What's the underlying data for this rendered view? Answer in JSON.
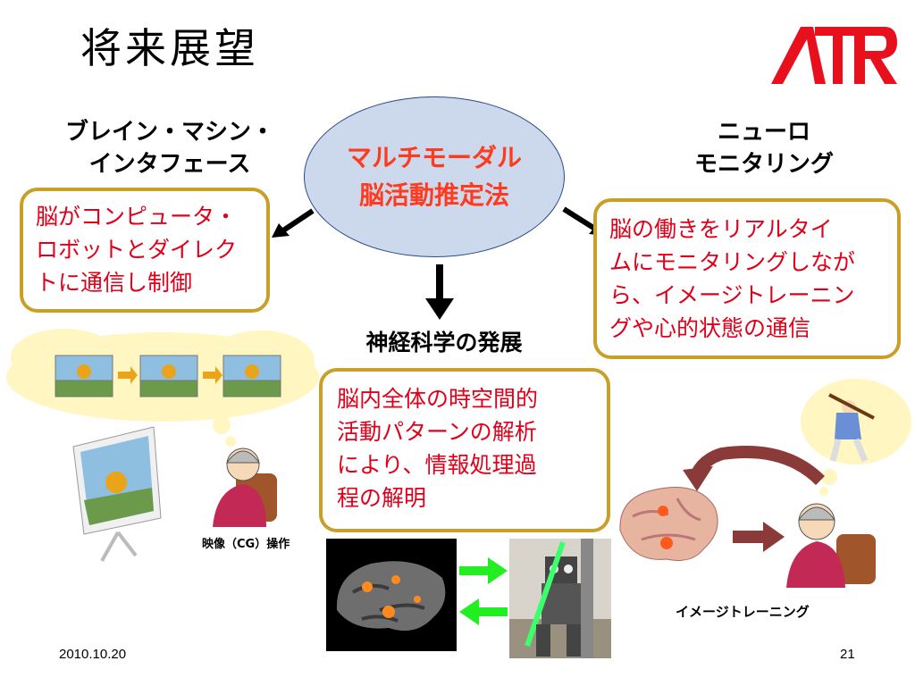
{
  "slide": {
    "title": "将来展望",
    "logo_text": "ATR",
    "center": {
      "line1": "マルチモーダル",
      "line2": "脳活動推定法"
    },
    "left": {
      "heading_line1": "ブレイン・マシン・",
      "heading_line2": "インタフェース",
      "box_lines": [
        "脳がコンピュータ・",
        "ロボットとダイレク",
        "トに通信し制御"
      ],
      "caption": "映像（CG）操作"
    },
    "right": {
      "heading_line1": "ニューロ",
      "heading_line2": "モニタリング",
      "box_lines": [
        "脳の働きをリアルタイ",
        "ムにモニタリングしなが",
        "ら、イメージトレーニン",
        "グや心的状態の通信"
      ],
      "caption": "イメージトレーニング"
    },
    "bottom": {
      "heading": "神経科学の発展",
      "box_lines": [
        "脳内全体の時空間的",
        "活動パターンの解析",
        "により、情報処理過",
        "程の解明"
      ]
    },
    "footer": {
      "date": "2010.10.20",
      "page": "21"
    }
  },
  "colors": {
    "accent_red": "#e0001a",
    "box_border": "#c8a028",
    "ellipse_fill": "#ccd9ec",
    "green_arrow": "#22ee22"
  },
  "icons": [
    "black-arrow-icon",
    "green-arrow-icon",
    "dark-red-arrow-icon"
  ]
}
